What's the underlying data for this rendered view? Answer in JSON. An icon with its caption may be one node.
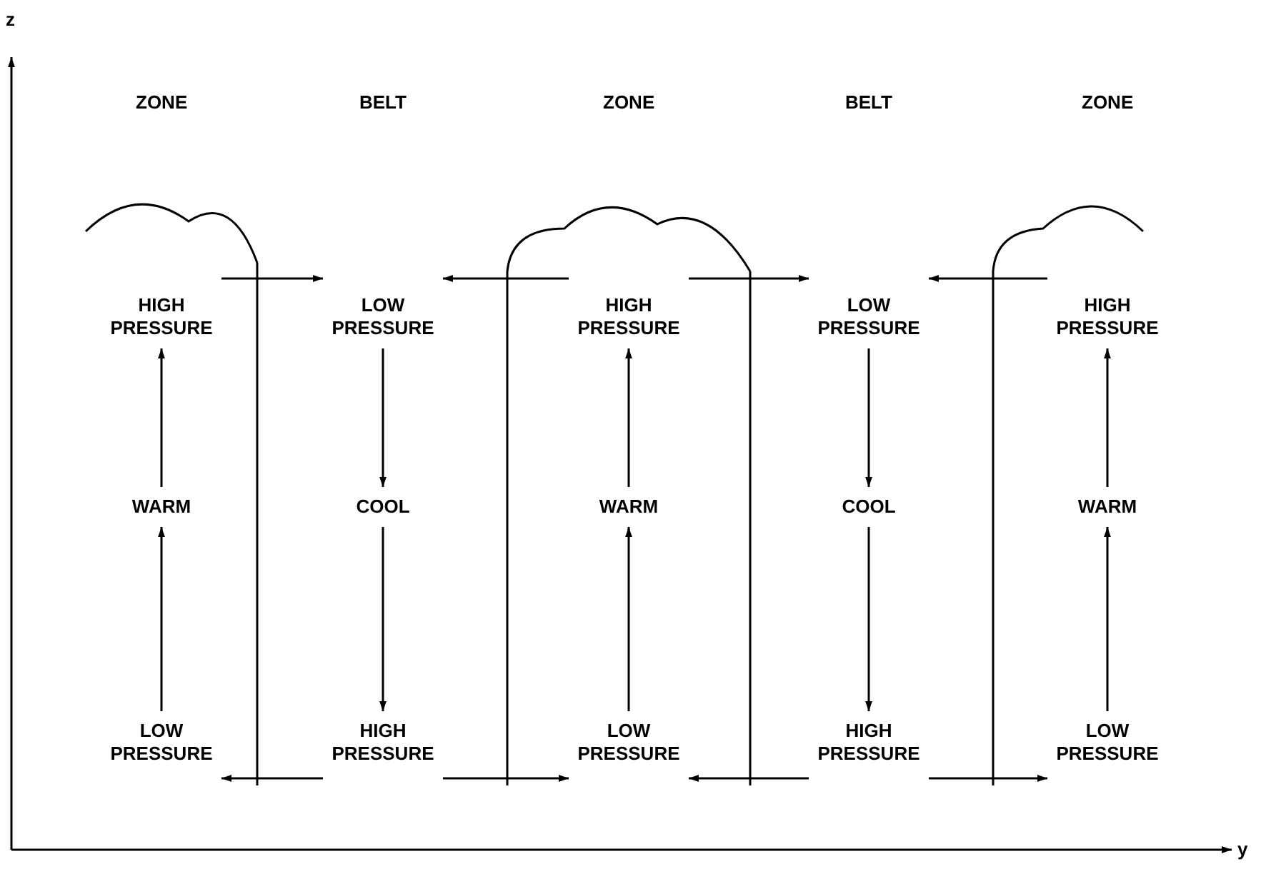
{
  "diagram": {
    "nodes": [
      {
        "text": [
          "HIGH PRESSURE"
        ]
      },
      {
        "text": [
          "LOW PRESSURE"
        ]
      },
      {
        "text": [
          "HIGH PRESSURE"
        ]
      },
      {
        "text": [
          "LOW PRESSURE"
        ]
      },
      {
        "text": [
          "HIGH PRESSURE"
        ]
      },
      {
        "text": [
          "WARM"
        ]
      },
      {
        "text": [
          "COOL"
        ]
      },
      {
        "text": [
          "WARM"
        ]
      },
      {
        "text": [
          "COOL"
        ]
      },
      {
        "text": [
          "WARM"
        ]
      },
      {
        "text": [
          "LOW PRESSURE"
        ]
      },
      {
        "text": [
          "HIGH PRESSURE"
        ]
      },
      {
        "text": [
          "LOW PRESSURE"
        ]
      },
      {
        "text": [
          "HIGH PRESSURE"
        ]
      },
      {
        "text": [
          "LOW PRESSURE"
        ]
      }
    ],
    "edges": [
      {
        "from": 10,
        "to": 5,
        "arrow": "to"
      },
      {
        "from": 5,
        "to": 0,
        "arrow": "to"
      },
      {
        "from": 1,
        "to": 6,
        "arrow": "to"
      },
      {
        "from": 6,
        "to": 11,
        "arrow": "to"
      },
      {
        "from": 12,
        "to": 7,
        "arrow": "to"
      },
      {
        "from": 7,
        "to": 2,
        "arrow": "to"
      },
      {
        "from": 3,
        "to": 8,
        "arrow": "to"
      },
      {
        "from": 8,
        "to": 13,
        "arrow": "to"
      },
      {
        "from": 14,
        "to": 9,
        "arrow": "to"
      },
      {
        "from": 9,
        "to": 4,
        "arrow": "to"
      },
      {
        "from": 0,
        "to": 1,
        "arrow": "to"
      },
      {
        "from": 2,
        "to": 1,
        "arrow": "to"
      },
      {
        "from": 2,
        "to": 3,
        "arrow": "to"
      },
      {
        "from": 4,
        "to": 3,
        "arrow": "to"
      },
      {
        "from": 11,
        "to": 10,
        "arrow": "to"
      },
      {
        "from": 11,
        "to": 12,
        "arrow": "to"
      },
      {
        "from": 13,
        "to": 12,
        "arrow": "to"
      },
      {
        "from": 13,
        "to": 14,
        "arrow": "to"
      }
    ],
    "labels": [
      "z",
      "ZONE",
      "BELT",
      "ZONE",
      "BELT",
      "ZONE",
      "y"
    ]
  }
}
